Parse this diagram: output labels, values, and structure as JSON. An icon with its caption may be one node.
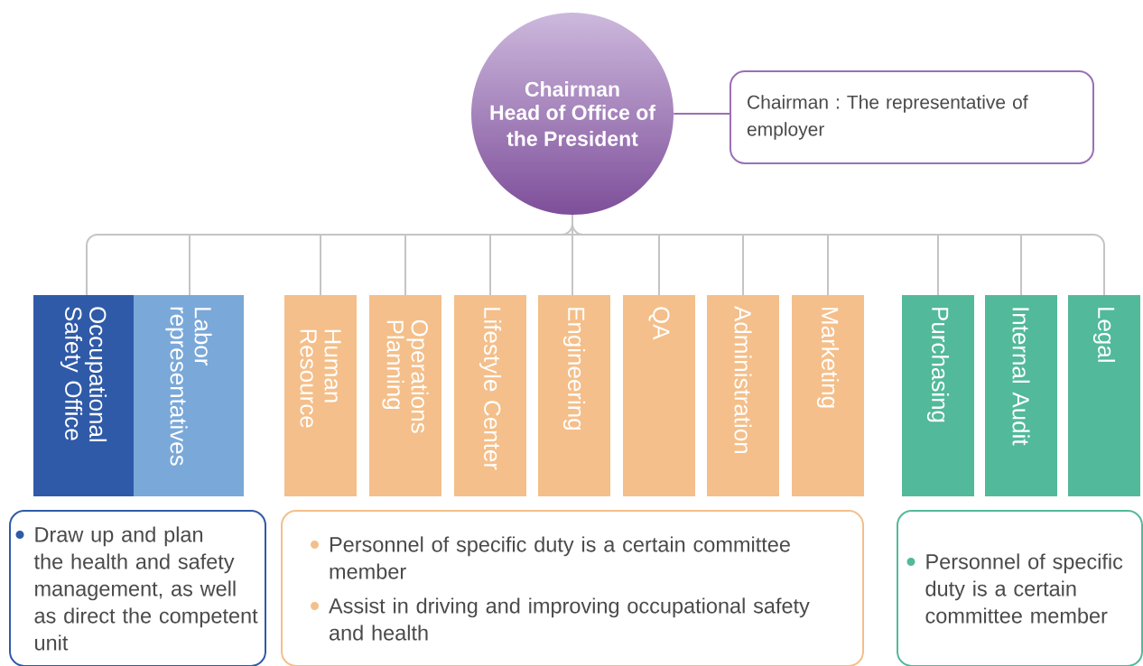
{
  "diagram": {
    "nodes": [
      {
        "text": [
          "Chairman",
          "Head of Office of the President"
        ]
      },
      {
        "text": [
          "Chairman : The representative of employer"
        ]
      },
      {
        "text": [
          "Occupational Safety Office"
        ]
      },
      {
        "text": [
          "Labor representatives"
        ]
      },
      {
        "text": [
          "Human Resource"
        ]
      },
      {
        "text": [
          "Operations Planning"
        ]
      },
      {
        "text": [
          "Lifestyle Center"
        ]
      },
      {
        "text": [
          "Engineering"
        ]
      },
      {
        "text": [
          "QA"
        ]
      },
      {
        "text": [
          "Administration"
        ]
      },
      {
        "text": [
          "Marketing"
        ]
      },
      {
        "text": [
          "Purchasing"
        ]
      },
      {
        "text": [
          "Internal Audit"
        ]
      },
      {
        "text": [
          "Legal"
        ]
      },
      {
        "text": [
          "Draw up and plan the health and safety management, as well as direct the competent unit"
        ]
      },
      {
        "text": [
          "Personnel of specific duty is a certain committee member",
          "Assist in driving and improving occupational safety and health"
        ]
      },
      {
        "text": [
          "Personnel of specific duty is a certain committee member"
        ]
      }
    ],
    "edges": [
      {
        "from": 0,
        "to": 1,
        "arrow": "none"
      },
      {
        "from": 0,
        "to": 2,
        "arrow": "none"
      },
      {
        "from": 0,
        "to": 3,
        "arrow": "none"
      },
      {
        "from": 0,
        "to": 4,
        "arrow": "none"
      },
      {
        "from": 0,
        "to": 5,
        "arrow": "none"
      },
      {
        "from": 0,
        "to": 6,
        "arrow": "none"
      },
      {
        "from": 0,
        "to": 7,
        "arrow": "none"
      },
      {
        "from": 0,
        "to": 8,
        "arrow": "none"
      },
      {
        "from": 0,
        "to": 9,
        "arrow": "none"
      },
      {
        "from": 0,
        "to": 10,
        "arrow": "none"
      },
      {
        "from": 0,
        "to": 11,
        "arrow": "none"
      },
      {
        "from": 0,
        "to": 12,
        "arrow": "none"
      },
      {
        "from": 0,
        "to": 13,
        "arrow": "none"
      }
    ]
  }
}
